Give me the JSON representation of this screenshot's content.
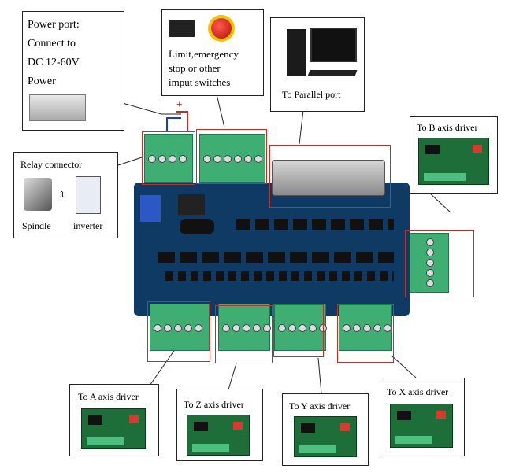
{
  "power": {
    "line1": "Power port:",
    "line2": "Connect to",
    "line3": "DC 12-60V",
    "line4": "Power"
  },
  "limit": {
    "line1": "Limit,emergency",
    "line2": "stop  or  other",
    "line3": "imput switches"
  },
  "parallel": {
    "label": "To Parallel port"
  },
  "relay": {
    "title": "Relay connector",
    "spindle": "Spindle",
    "inverter": "inverter"
  },
  "b_axis": {
    "label": "To B axis driver"
  },
  "a_axis": {
    "label": "To A axis driver"
  },
  "z_axis": {
    "label": "To Z axis driver"
  },
  "y_axis": {
    "label": "To Y axis driver"
  },
  "x_axis": {
    "label": "To X axis driver"
  },
  "plus_sign": "+",
  "colors": {
    "red": "#c0302a",
    "board": "#0e3a63",
    "terminal": "#3fae72"
  }
}
